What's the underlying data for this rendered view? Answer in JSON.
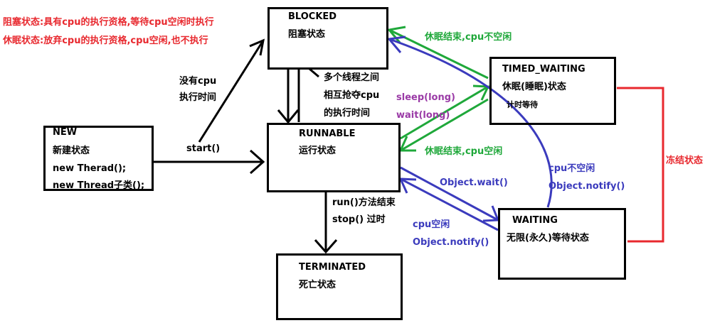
{
  "legend": {
    "blocked_desc": "阻塞状态:具有cpu的执行资格,等待cpu空闲时执行",
    "sleep_desc": "休眠状态:放弃cpu的执行资格,cpu空闲,也不执行"
  },
  "states": {
    "new": {
      "title": "NEW",
      "lines": [
        "新建状态",
        "new Therad();",
        "new Thread子类();"
      ]
    },
    "blocked": {
      "title": "BLOCKED",
      "subtitle": "阻塞状态"
    },
    "runnable": {
      "title": "RUNNABLE",
      "subtitle": "运行状态"
    },
    "timed_waiting": {
      "title": "TIMED_WAITING",
      "subtitle": "休眠(睡眠)状态",
      "note": "计时等待"
    },
    "waiting": {
      "title": "WAITING",
      "subtitle": "无限(永久)等待状态"
    },
    "terminated": {
      "title": "TERMINATED",
      "subtitle": "死亡状态"
    }
  },
  "edges": {
    "no_cpu_1": "没有cpu",
    "no_cpu_2": "执行时间",
    "start": "start()",
    "compete_1": "多个线程之间",
    "compete_2": "相互抢夺cpu",
    "compete_3": "的执行时间",
    "sleep_end_top": "休眠结束,cpu不空闲",
    "sleep_end_bottom": "休眠结束,cpu空闲",
    "sleep": "sleep(long)",
    "wait_long": "wait(long)",
    "run_end": "run()方法结束",
    "stop": "stop() 过时",
    "object_wait": "Object.wait()",
    "cpu_not_free": "cpu不空闲",
    "notify_right": "Object.notify()",
    "cpu_free": "cpu空闲",
    "notify_left": "Object.notify()",
    "frozen": "冻结状态"
  },
  "colors": {
    "black": "#000000",
    "red": "#e8282e",
    "green": "#1fa83a",
    "blue": "#3b3bbd",
    "purple": "#9a3aa6"
  }
}
